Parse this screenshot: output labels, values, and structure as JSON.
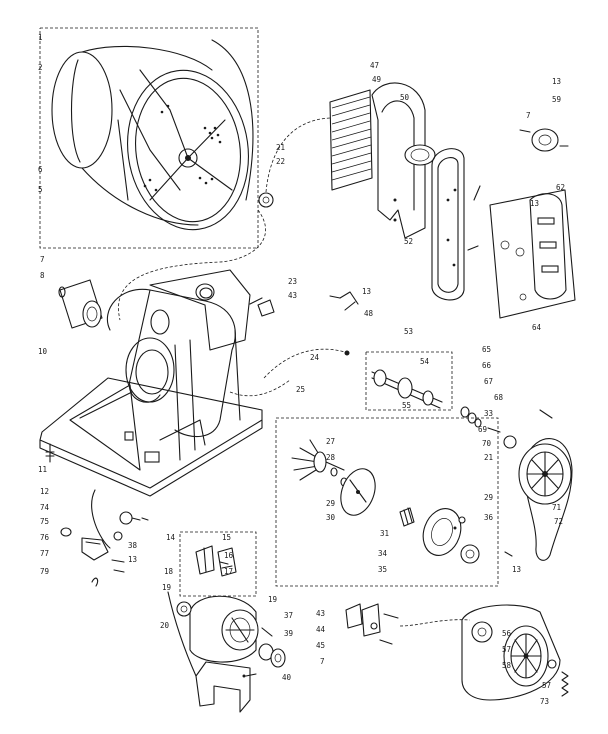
{
  "labels": {
    "l1": "1",
    "l2": "2",
    "l6": "6",
    "l5": "5",
    "l21a": "21",
    "l22": "22",
    "l47": "47",
    "l49": "49",
    "l50": "50",
    "l52": "52",
    "l13a": "13",
    "l59": "59",
    "l7a": "7",
    "l62": "62",
    "l13b": "13",
    "l64": "64",
    "l7b": "7",
    "l8": "8",
    "l10": "10",
    "l11": "11",
    "l23": "23",
    "l43a": "43",
    "l13c": "13",
    "l48": "48",
    "l24": "24",
    "l25": "25",
    "l53": "53",
    "l54": "54",
    "l55": "55",
    "l65": "65",
    "l66": "66",
    "l67": "67",
    "l68": "68",
    "l33": "33",
    "l69": "69",
    "l70": "70",
    "l21b": "21",
    "l71": "71",
    "l72": "72",
    "l27": "27",
    "l28": "28",
    "l29a": "29",
    "l30": "30",
    "l31": "31",
    "l29b": "29",
    "l36": "36",
    "l34": "34",
    "l35": "35",
    "l13d": "13",
    "l12": "12",
    "l74": "74",
    "l75": "75",
    "l76": "76",
    "l38": "38",
    "l77": "77",
    "l13e": "13",
    "l79": "79",
    "l14": "14",
    "l15": "15",
    "l16": "16",
    "l17": "17",
    "l18": "18",
    "l19a": "19",
    "l19b": "19",
    "l20": "20",
    "l37": "37",
    "l39": "39",
    "l40": "40",
    "l43b": "43",
    "l44": "44",
    "l45": "45",
    "l7c": "7",
    "l56": "56",
    "l57": "57",
    "l58": "58",
    "l57b": "57",
    "l73": "73"
  }
}
